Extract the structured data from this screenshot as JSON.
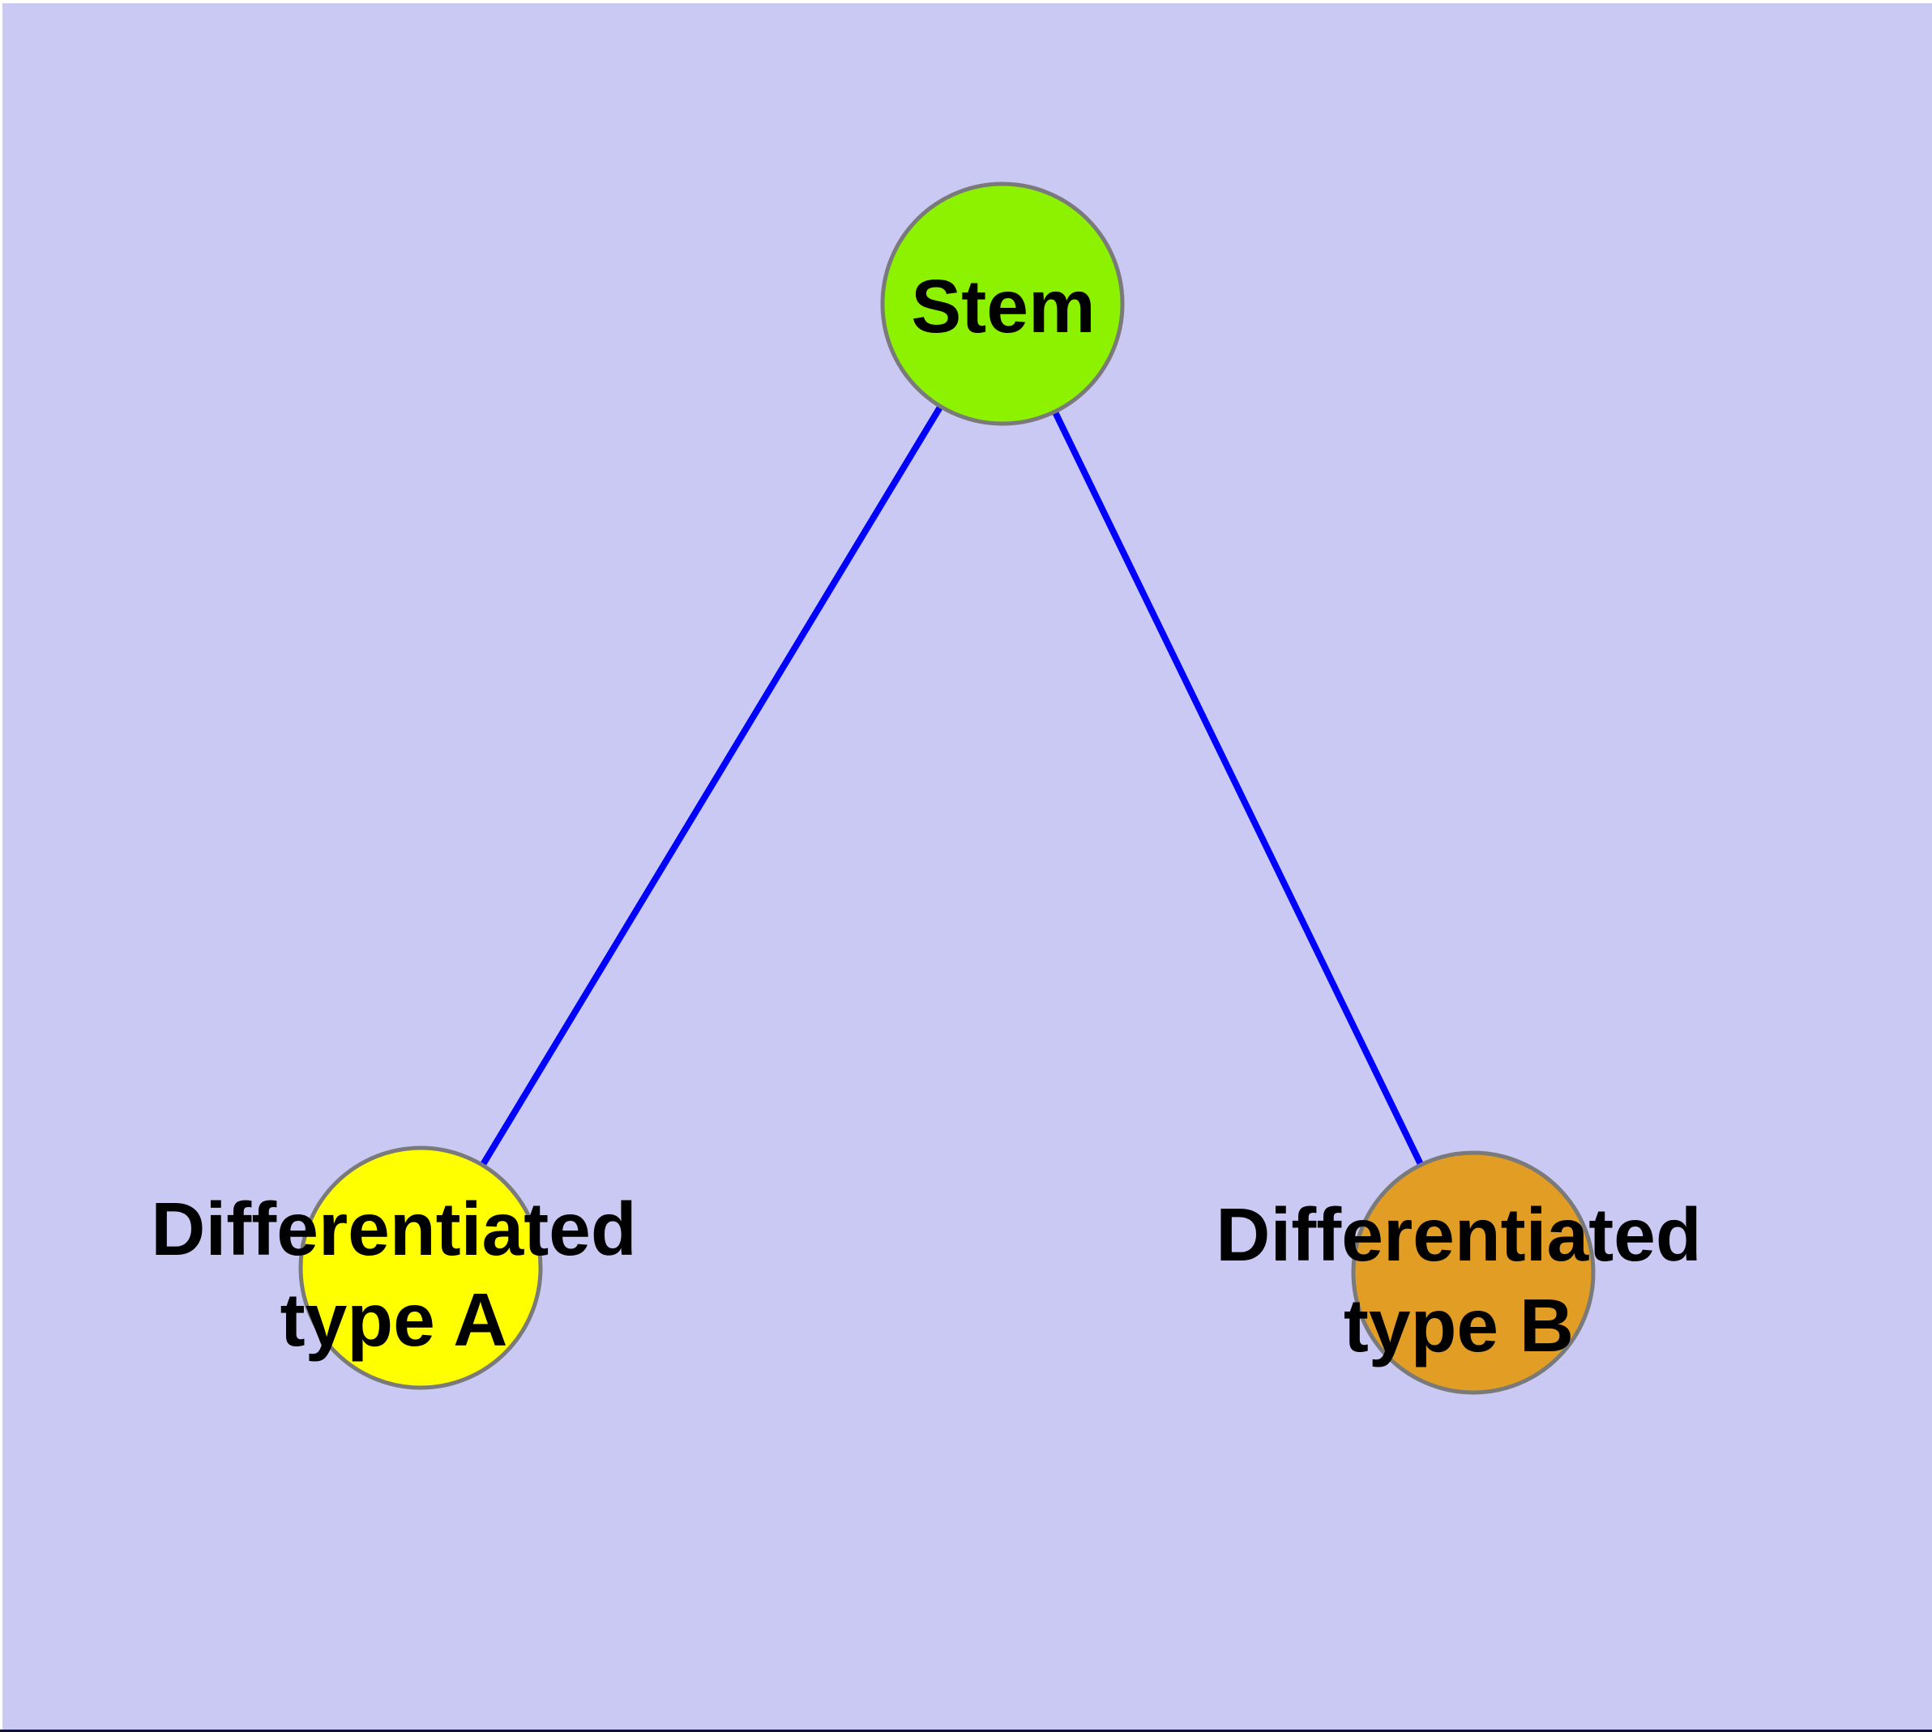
{
  "theme": {
    "background": "#C9C9F4",
    "edge_color": "#0000FF",
    "node_border_color": "#7A7A7A",
    "label_color": "#000000",
    "frame_edge_light": "#FFFFFF",
    "frame_edge_dark": "#10103C"
  },
  "diagram": {
    "type": "node-link-graph",
    "nodes": [
      {
        "id": "stem",
        "label": "Stem",
        "lines": [
          "Stem"
        ],
        "fill": "#8DF200"
      },
      {
        "id": "differentiated-type-a",
        "label": "Differentiated type A",
        "lines": [
          "Differentiated",
          "type A"
        ],
        "fill": "#FFFF00"
      },
      {
        "id": "differentiated-type-b",
        "label": "Differentiated type B",
        "lines": [
          "Differentiated",
          "type B"
        ],
        "fill": "#E29D25"
      }
    ],
    "edges": [
      {
        "source": "Stem",
        "target": "Differentiated type A"
      },
      {
        "source": "Stem",
        "target": "Differentiated type B"
      }
    ]
  }
}
